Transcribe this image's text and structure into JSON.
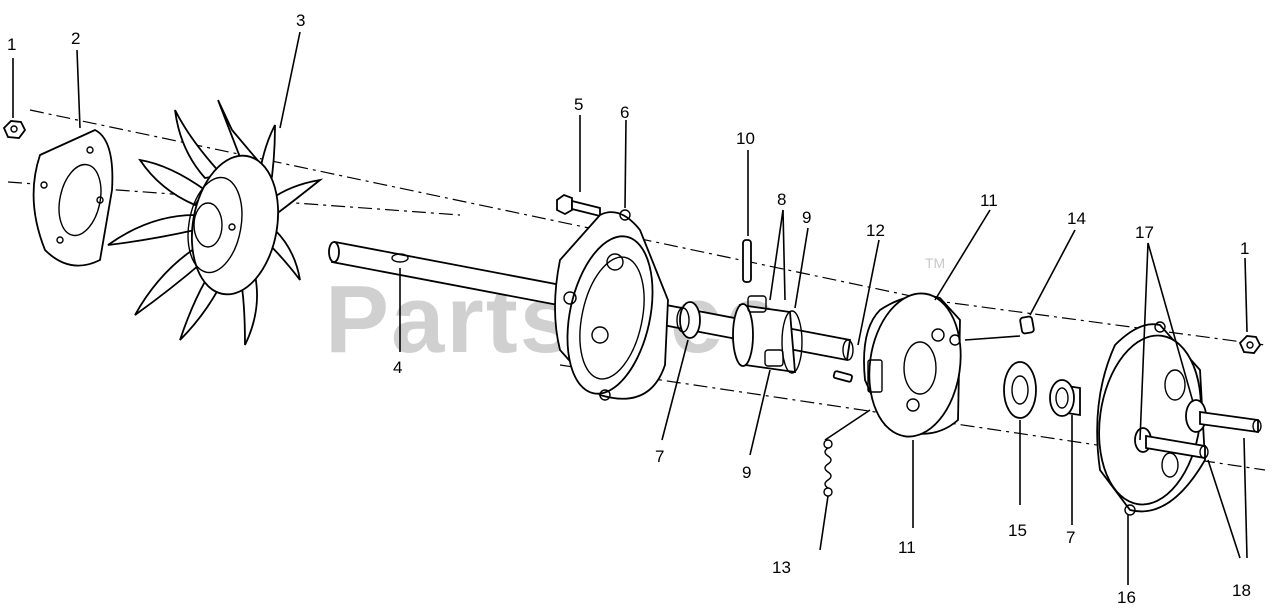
{
  "watermark": {
    "text": "PartsTree",
    "trademark": "TM"
  },
  "callouts": {
    "c1_left": "1",
    "c2": "2",
    "c3": "3",
    "c4": "4",
    "c5": "5",
    "c6": "6",
    "c7_a": "7",
    "c7_b": "7",
    "c8": "8",
    "c9_a": "9",
    "c9_b": "9",
    "c10": "10",
    "c11_a": "11",
    "c11_b": "11",
    "c12": "12",
    "c13": "13",
    "c14": "14",
    "c15": "15",
    "c16": "16",
    "c17": "17",
    "c18": "18",
    "c1_right": "1"
  }
}
